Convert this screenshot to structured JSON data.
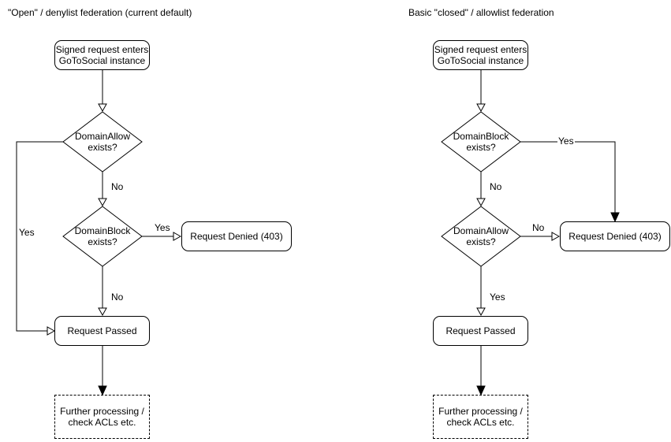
{
  "colors": {
    "stroke": "#000000",
    "fill": "#ffffff",
    "text": "#000000"
  },
  "flowcharts": [
    {
      "id": "open-denylist",
      "title": "\"Open\" / denylist federation (current default)",
      "nodes": {
        "start": {
          "line1": "Signed request enters",
          "line2": "GoToSocial instance"
        },
        "decision1": {
          "line1": "DomainAllow",
          "line2": "exists?",
          "branch_yes": "Yes",
          "branch_no": "No"
        },
        "decision2": {
          "line1": "DomainBlock",
          "line2": "exists?",
          "branch_yes": "Yes",
          "branch_no": "No"
        },
        "denied": {
          "label": "Request Denied (403)"
        },
        "passed": {
          "label": "Request Passed"
        },
        "further": {
          "line1": "Further processing /",
          "line2": "check ACLs etc."
        }
      }
    },
    {
      "id": "closed-allowlist",
      "title": "Basic \"closed\" / allowlist federation",
      "nodes": {
        "start": {
          "line1": "Signed request enters",
          "line2": "GoToSocial instance"
        },
        "decision1": {
          "line1": "DomainBlock",
          "line2": "exists?",
          "branch_yes": "Yes",
          "branch_no": "No"
        },
        "decision2": {
          "line1": "DomainAllow",
          "line2": "exists?",
          "branch_yes": "Yes",
          "branch_no": "No"
        },
        "denied": {
          "label": "Request Denied (403)"
        },
        "passed": {
          "label": "Request Passed"
        },
        "further": {
          "line1": "Further processing /",
          "line2": "check ACLs etc."
        }
      }
    }
  ]
}
